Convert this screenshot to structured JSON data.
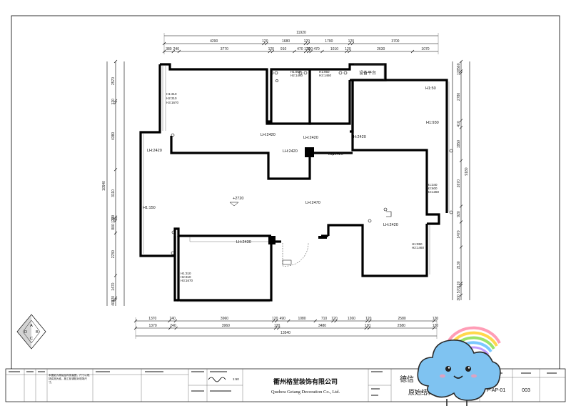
{
  "dimensions": {
    "top_total": "11920",
    "top_row2": [
      "4290",
      "120",
      "1680",
      "120",
      "1790",
      "120",
      "3700"
    ],
    "top_row3": [
      "380",
      "240",
      "3770",
      "120",
      "910",
      "470",
      "120",
      "100",
      "470",
      "1010",
      "120",
      "2630",
      "1070"
    ],
    "bottom_total": "13540",
    "bottom_row1": [
      "1370",
      "240",
      "3960",
      "120",
      "490",
      "1080",
      "710",
      "120",
      "1260",
      "120",
      "2580",
      "120"
    ],
    "bottom_row2": [
      "1370",
      "240",
      "3960",
      "120",
      "3480",
      "120",
      "2580",
      "120"
    ],
    "left_total": "10540",
    "left_col": [
      "2570",
      "120",
      "4380",
      "3110",
      "120",
      "120",
      "800",
      "2780",
      "1470",
      "120",
      "400"
    ],
    "left_small": [
      "580",
      "120",
      "300",
      "120",
      "400"
    ],
    "right_col": [
      "560",
      "120",
      "2780",
      "410",
      "1950",
      "2670",
      "920",
      "1470",
      "2130",
      "120",
      "570",
      "300"
    ],
    "right_total": "9180"
  },
  "room_labels": {
    "balcony_platform": "设备平台",
    "h_a": "H1:310",
    "h_a2": "H2:310",
    "h_a3": "H3:1670",
    "h_b1": "H1:950",
    "h_b2": "H2:1460",
    "h_c1": "H1:950",
    "h_c2": "H2:1460",
    "h_d": "H1:50",
    "h_e": "H1:930",
    "lh_1": "LH:2420",
    "lh_2": "LH:2420",
    "lh_3": "LH:2420",
    "lh_4": "LH:2420",
    "lh_5": "LH:2420",
    "lh_6": "LH:2420",
    "lh_7": "LH:2470",
    "lh_8": "LH:2430",
    "lh_9": "LH:2420",
    "level": "+2720",
    "h_left": "H1:150",
    "h_right1": "H1:340",
    "h_right2": "H2:600",
    "h_right3": "H3:1360",
    "h_br1": "H1:950",
    "h_br2": "H2:1460",
    "h_bl1": "H1:310",
    "h_bl2": "H2:310",
    "h_bl3": "H3:1670"
  },
  "compass": {
    "letters": [
      "A",
      "B",
      "C",
      "D"
    ]
  },
  "title_block": {
    "company_cn": "衢州格堂装饰有限公司",
    "company_en": "Quzhou Getang Decoration Co., Ltd.",
    "project_partial": "德信",
    "drawing_name": "原始结构图",
    "drawing_no": "P-AP-01",
    "sheet_no": "003",
    "scale": "1:60",
    "notes_cn": "本图纸为原始结构测量图，尺寸以现场实测为准，施工前请核对现场尺寸。"
  },
  "mascot": {
    "kind": "cloud-with-rainbow",
    "colors": [
      "#ff9db6",
      "#ffd84d",
      "#9be36b",
      "#7cc8ff",
      "#c09bff"
    ],
    "body": "#7fc3f1"
  }
}
